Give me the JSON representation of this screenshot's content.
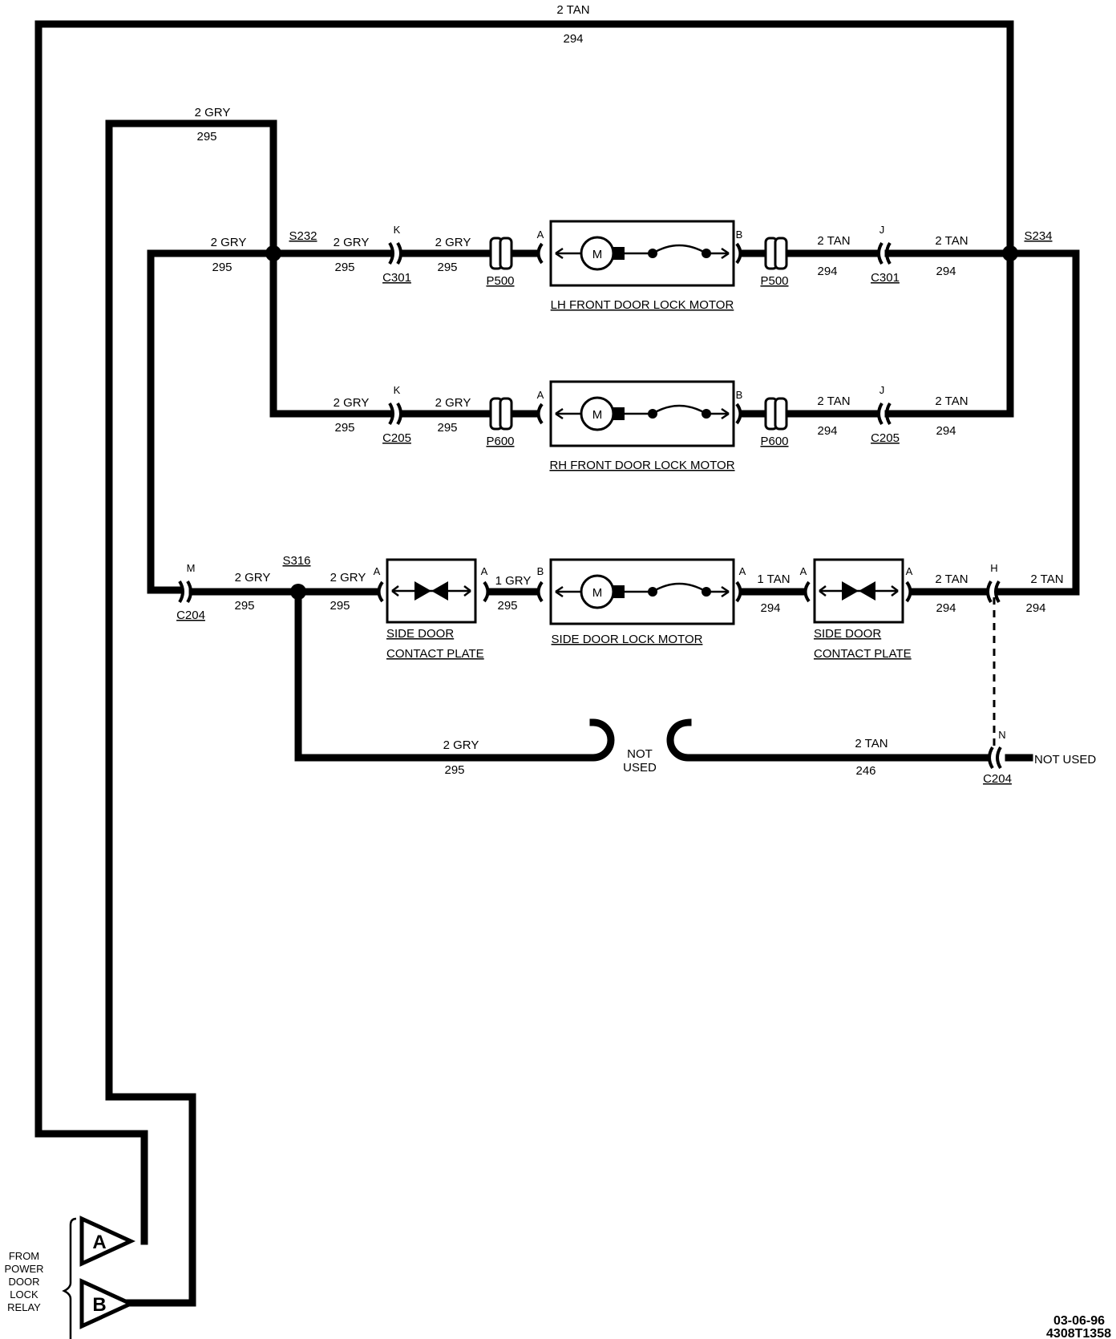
{
  "wires": {
    "top_tan": {
      "color": "2 TAN",
      "circuit": "294"
    },
    "top_gry": {
      "color": "2 GRY",
      "circuit": "295"
    },
    "gry_left": {
      "color": "2 GRY",
      "circuit": "295"
    },
    "gry": {
      "color": "2 GRY",
      "circuit": "295"
    },
    "tan": {
      "color": "2 TAN",
      "circuit": "294"
    },
    "gry1": {
      "color": "1 GRY",
      "circuit": "295"
    },
    "tan1": {
      "color": "1 TAN",
      "circuit": "294"
    },
    "bottom_gry": {
      "color": "2 GRY",
      "circuit": "295"
    },
    "bottom_tan": {
      "color": "2 TAN",
      "circuit": "246"
    }
  },
  "splices": {
    "s232": "S232",
    "s234": "S234",
    "s316": "S316"
  },
  "connectors": {
    "c301": "C301",
    "c205": "C205",
    "c204": "C204",
    "p500": "P500",
    "p600": "P600",
    "pin_k": "K",
    "pin_j": "J",
    "pin_a": "A",
    "pin_b": "B",
    "pin_m": "M",
    "pin_h": "H",
    "pin_n": "N"
  },
  "components": {
    "lh_motor": "LH FRONT DOOR LOCK MOTOR",
    "rh_motor": "RH FRONT DOOR LOCK MOTOR",
    "side_motor": "SIDE DOOR LOCK MOTOR",
    "contact_plate_line1": "SIDE DOOR",
    "contact_plate_line2": "CONTACT PLATE",
    "motor_symbol": "M"
  },
  "not_used": {
    "line1": "NOT",
    "line2": "USED",
    "full": "NOT USED"
  },
  "relay": {
    "lines": [
      "FROM",
      "POWER",
      "DOOR",
      "LOCK",
      "RELAY"
    ],
    "terminal_a": "A",
    "terminal_b": "B"
  },
  "footer": {
    "date": "03-06-96",
    "code": "4308T1358"
  }
}
